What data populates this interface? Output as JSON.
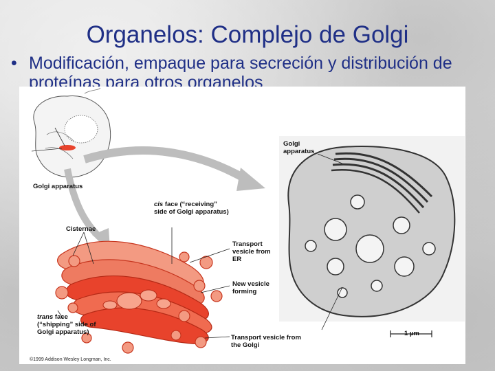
{
  "slide": {
    "title": "Organelos: Complejo de Golgi",
    "bullet_marker": "•",
    "bullet_text": "Modificación, empaque para secreción y distribución de proteínas para otros organelos"
  },
  "figure": {
    "labels": {
      "golgi_apparatus_left": "Golgi apparatus",
      "cis_face_term": "cis",
      "cis_face_rest": "face (“receiving” side of Golgi apparatus)",
      "cisternae": "Cisternae",
      "transport_vesicle_er": "Transport vesicle from ER",
      "new_vesicle_forming": "New vesicle forming",
      "trans_face_term": "trans",
      "trans_face_rest": "face (“shipping” side of Golgi apparatus)",
      "transport_vesicle_golgi": "Transport vesicle from the Golgi",
      "golgi_apparatus_micrograph": "Golgi apparatus",
      "scale_bar": "1 µm",
      "copyright": "©1999 Addison Wesley Longman, Inc."
    },
    "colors": {
      "title_text": "#1f2f86",
      "golgi_red": "#e8432c",
      "golgi_light": "#f7a48d",
      "arrow_gray": "#b9b9b9"
    }
  }
}
